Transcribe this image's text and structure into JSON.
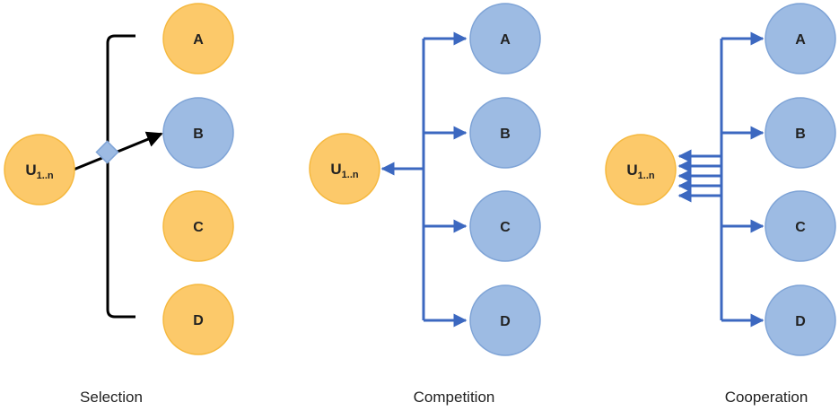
{
  "colors": {
    "orange_fill": "#fcc96a",
    "orange_stroke": "#f5b83e",
    "blue_fill": "#9dbbe3",
    "blue_stroke": "#7ea3d6",
    "arrow_blue": "#3c68c0",
    "bracket_black": "#000000",
    "diamond_fill": "#9dbbe3"
  },
  "user_node": {
    "main": "U",
    "sub": "1..n"
  },
  "panels": [
    {
      "caption": "Selection",
      "nodes": [
        {
          "label": "A",
          "color": "orange"
        },
        {
          "label": "B",
          "color": "blue"
        },
        {
          "label": "C",
          "color": "orange"
        },
        {
          "label": "D",
          "color": "orange"
        }
      ]
    },
    {
      "caption": "Competition",
      "nodes": [
        {
          "label": "A",
          "color": "blue"
        },
        {
          "label": "B",
          "color": "blue"
        },
        {
          "label": "C",
          "color": "blue"
        },
        {
          "label": "D",
          "color": "blue"
        }
      ]
    },
    {
      "caption": "Cooperation",
      "nodes": [
        {
          "label": "A",
          "color": "blue"
        },
        {
          "label": "B",
          "color": "blue"
        },
        {
          "label": "C",
          "color": "blue"
        },
        {
          "label": "D",
          "color": "blue"
        }
      ]
    }
  ]
}
